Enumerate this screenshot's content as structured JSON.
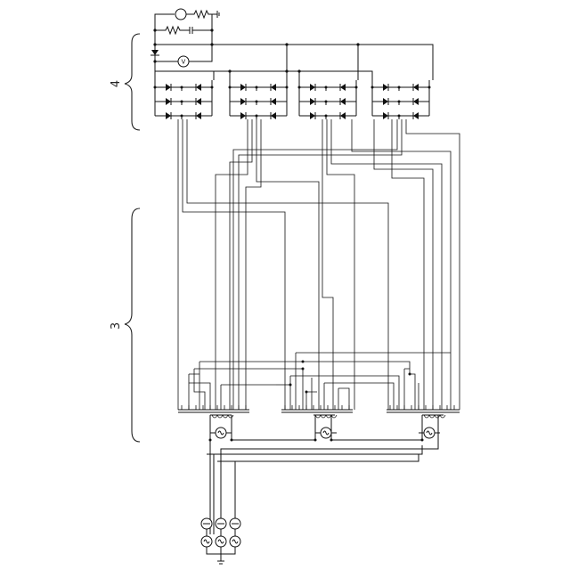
{
  "sections": [
    {
      "id": "rectifier-section",
      "label": "4"
    },
    {
      "id": "transformer-section",
      "label": "3"
    }
  ],
  "colors": {
    "line": "#111111",
    "background": "#ffffff"
  }
}
